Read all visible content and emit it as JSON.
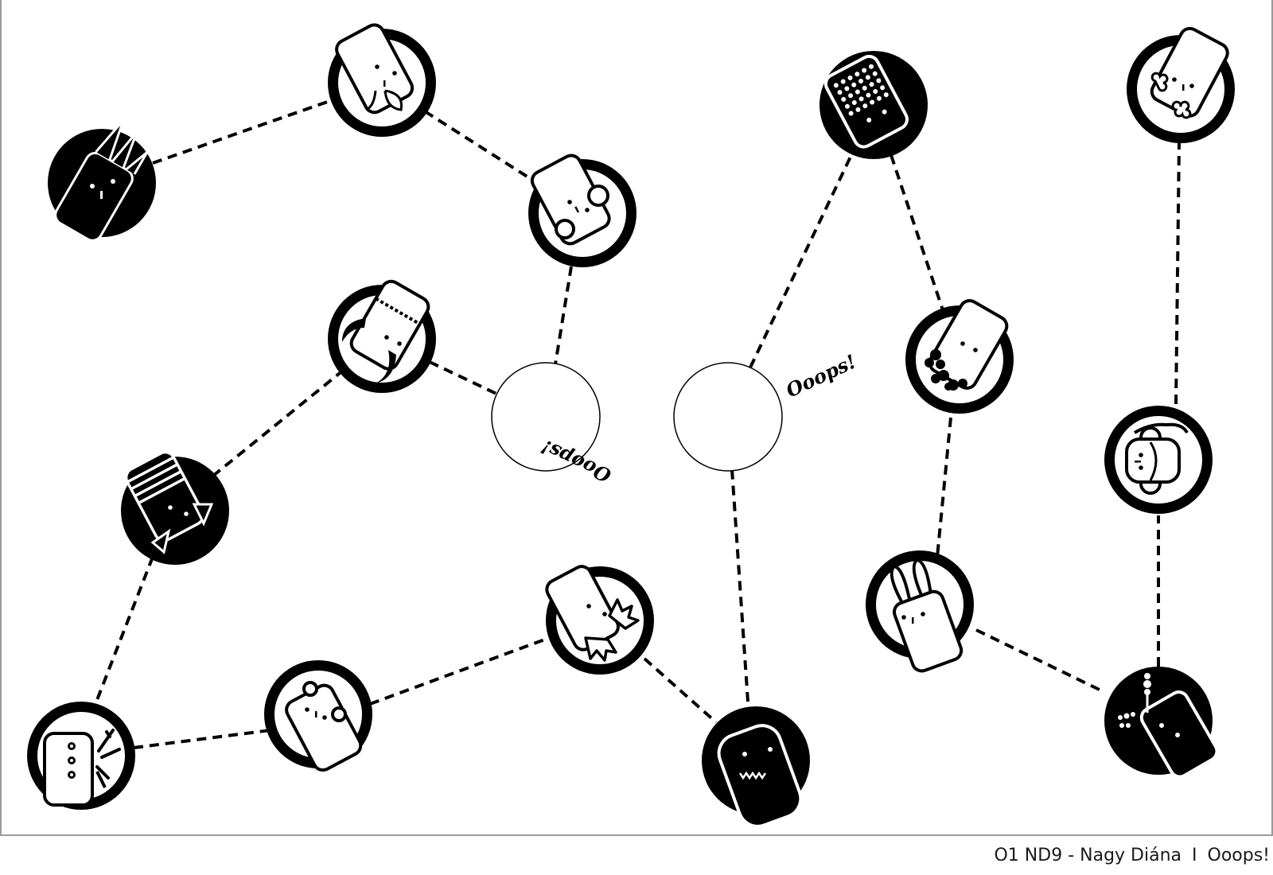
{
  "footer": {
    "code": "O1 ND9",
    "separator1": "-",
    "author": "Nagy Diána",
    "separator2": "I",
    "title": "Ooops!"
  },
  "empty_slot_label": "Ooops!",
  "tokens": [
    {
      "id": "rabbit-long-ears",
      "style": "filled"
    },
    {
      "id": "cow",
      "style": "outline"
    },
    {
      "id": "mouse",
      "style": "outline"
    },
    {
      "id": "goat-horns",
      "style": "outline"
    },
    {
      "id": "zebra-striped",
      "style": "filled"
    },
    {
      "id": "giraffe",
      "style": "outline"
    },
    {
      "id": "bear",
      "style": "outline"
    },
    {
      "id": "fox",
      "style": "outline"
    },
    {
      "id": "crocodile",
      "style": "filled"
    },
    {
      "id": "ladybug-spotted",
      "style": "filled"
    },
    {
      "id": "lion",
      "style": "outline"
    },
    {
      "id": "bunny",
      "style": "outline"
    },
    {
      "id": "sheep",
      "style": "outline"
    },
    {
      "id": "monkey",
      "style": "outline"
    },
    {
      "id": "peacock",
      "style": "filled"
    }
  ],
  "empty_slots": [
    "slot-left",
    "slot-right"
  ],
  "colors": {
    "ink": "#000000",
    "paper": "#ffffff",
    "frame": "#9a9a9a"
  }
}
